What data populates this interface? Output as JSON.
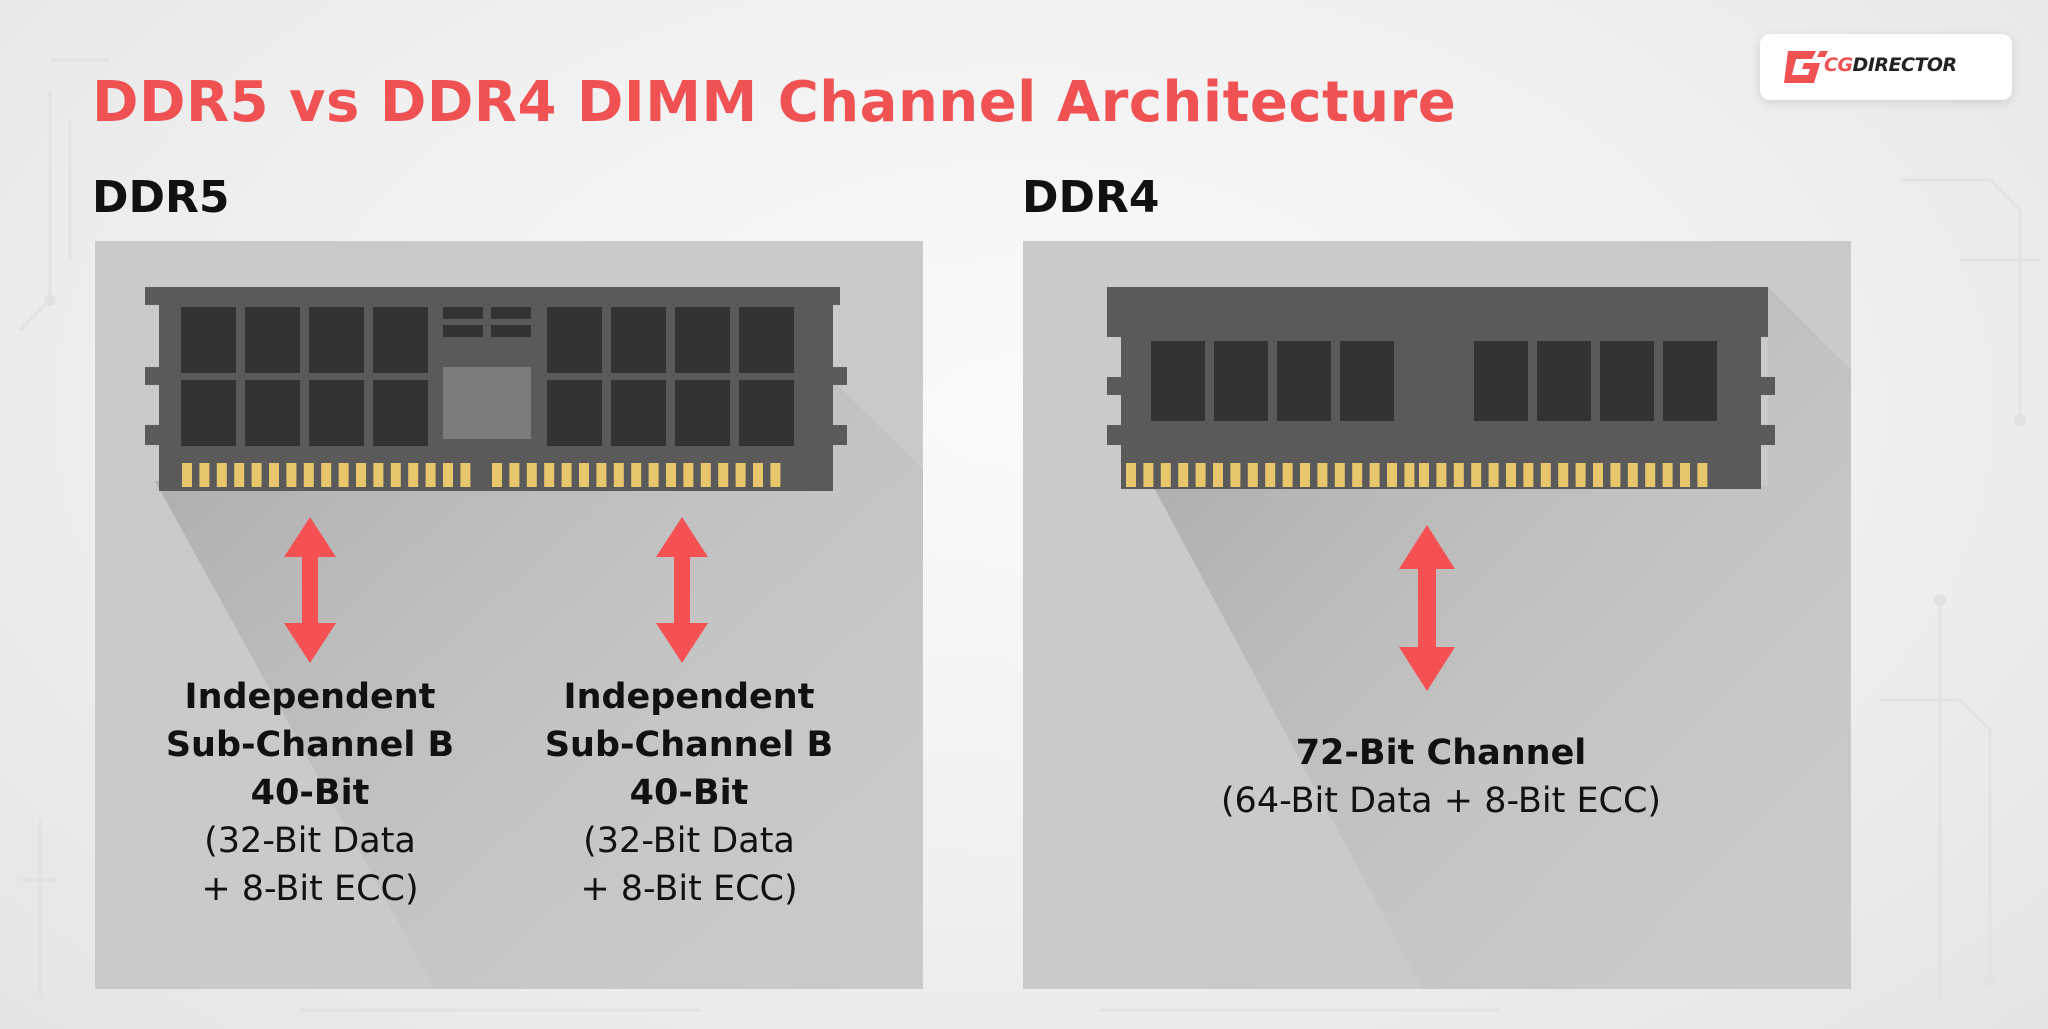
{
  "title": "DDR5 vs DDR4 DIMM Channel Architecture",
  "logo": {
    "brand": "CGDIRECTOR",
    "prefix": "CG",
    "rest": "DIRECTOR"
  },
  "colors": {
    "accent": "#f05152",
    "arrow": "#f55152",
    "pcb": "#5a5a5a",
    "chip": "#333333",
    "pin": "#e8c66c",
    "panel": "#cacaca"
  },
  "ddr5": {
    "heading": "DDR5",
    "channels": [
      {
        "name": "Independent",
        "name2": "Sub-Channel B",
        "width": "40-Bit",
        "detail1": "(32-Bit Data",
        "detail2": "+ 8-Bit ECC)"
      },
      {
        "name": "Independent",
        "name2": "Sub-Channel B",
        "width": "40-Bit",
        "detail1": "(32-Bit Data",
        "detail2": "+ 8-Bit ECC)"
      }
    ]
  },
  "ddr4": {
    "heading": "DDR4",
    "channel": {
      "width": "72-Bit Channel",
      "detail": "(64-Bit Data + 8-Bit ECC)"
    }
  }
}
